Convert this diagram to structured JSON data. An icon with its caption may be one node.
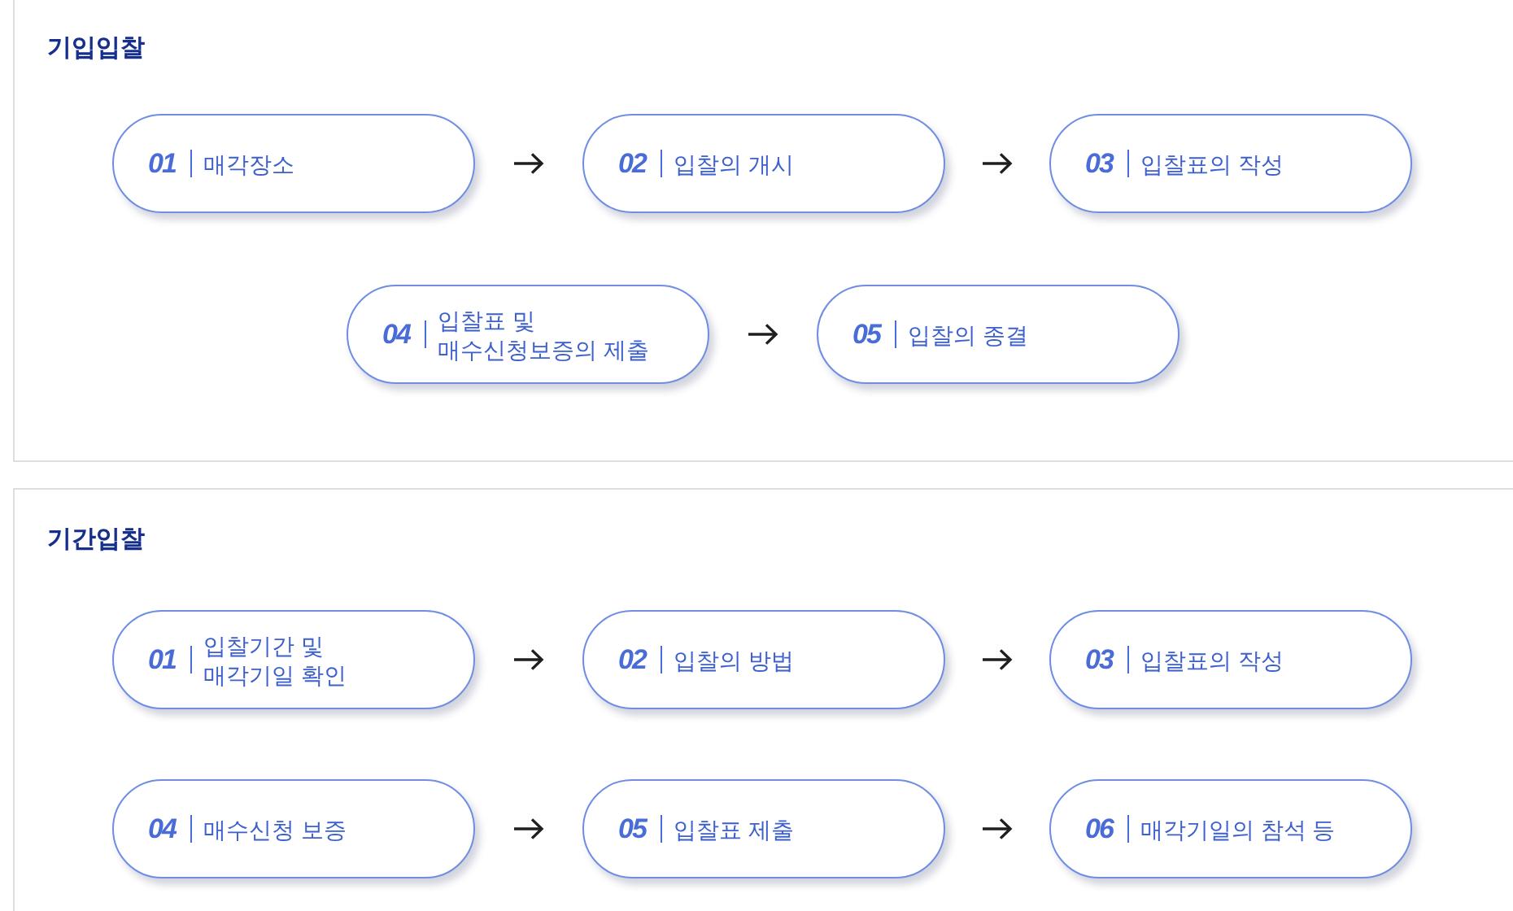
{
  "diagram": {
    "nodes": [
      {
        "text": [
          "기입입찰"
        ]
      },
      {
        "text": [
          "01",
          "매각장소"
        ],
        "in": 0
      },
      {
        "text": [
          "02",
          "입찰의 개시"
        ],
        "in": 0
      },
      {
        "text": [
          "03",
          "입찰표의 작성"
        ],
        "in": 0
      },
      {
        "text": [
          "04",
          "입찰표 및 매수신청보증의 제출"
        ],
        "in": 0
      },
      {
        "text": [
          "05",
          "입찰의 종결"
        ],
        "in": 0
      },
      {
        "text": [
          "기간입찰"
        ]
      },
      {
        "text": [
          "01",
          "입찰기간 및 매각기일 확인"
        ],
        "in": 6
      },
      {
        "text": [
          "02",
          "입찰의 방법"
        ],
        "in": 6
      },
      {
        "text": [
          "03",
          "입찰표의 작성"
        ],
        "in": 6
      },
      {
        "text": [
          "04",
          "매수신청 보증"
        ],
        "in": 6
      },
      {
        "text": [
          "05",
          "입찰표 제출"
        ],
        "in": 6
      },
      {
        "text": [
          "06",
          "매각기일의 참석 등"
        ],
        "in": 6
      }
    ],
    "edges": [
      {
        "from": 1,
        "to": 2,
        "arrow": "to"
      },
      {
        "from": 2,
        "to": 3,
        "arrow": "to"
      },
      {
        "from": 4,
        "to": 5,
        "arrow": "to"
      },
      {
        "from": 7,
        "to": 8,
        "arrow": "to"
      },
      {
        "from": 8,
        "to": 9,
        "arrow": "to"
      },
      {
        "from": 10,
        "to": 11,
        "arrow": "to"
      },
      {
        "from": 11,
        "to": 12,
        "arrow": "to"
      }
    ]
  }
}
